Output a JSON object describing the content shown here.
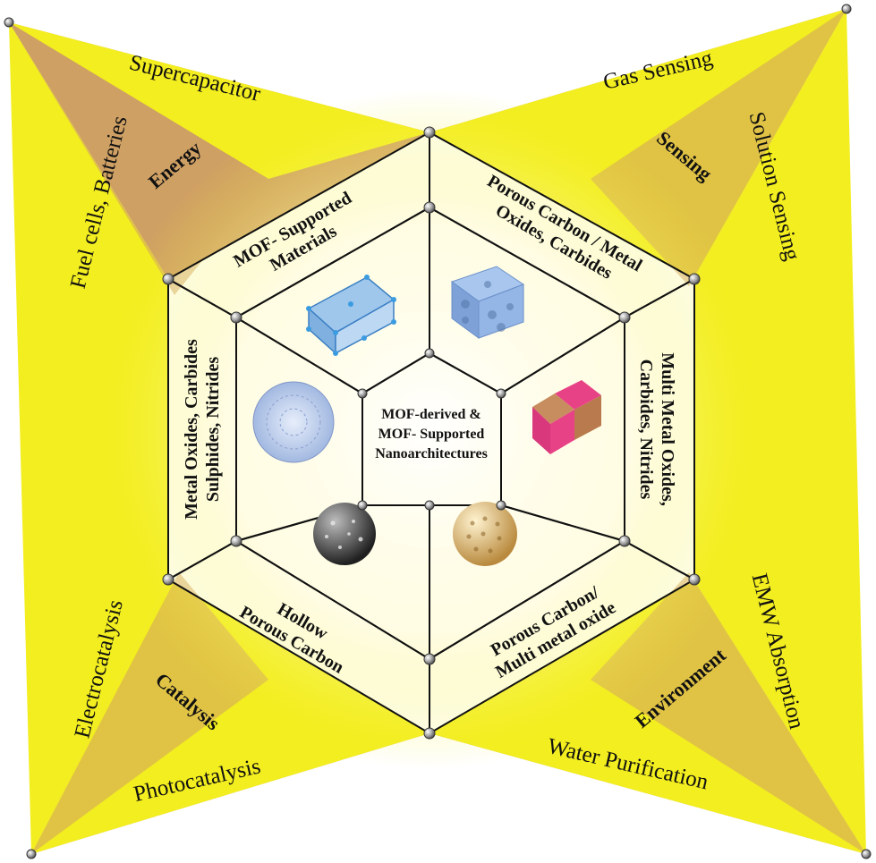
{
  "center": {
    "line1": "MOF-derived &",
    "line2": "MOF- Supported",
    "line3": "Nanoarchitectures"
  },
  "segments": {
    "top_left": {
      "line1": "MOF- Supported",
      "line2": "Materials"
    },
    "top_right": {
      "line1": "Porous Carbon / Metal",
      "line2": "Oxides, Carbides"
    },
    "right": {
      "line1": "Multi Metal Oxides,",
      "line2": "Carbides, Nitrides"
    },
    "bottom_right": {
      "line1": "Porous Carbon/",
      "line2": "Multi metal oxide"
    },
    "bottom_left": {
      "line1": "Hollow",
      "line2": "Porous Carbon"
    },
    "left": {
      "line1": "Metal Oxides, Carbides",
      "line2": "Sulphides, Nitrides"
    }
  },
  "categories": {
    "energy": "Energy",
    "sensing": "Sensing",
    "catalysis": "Catalysis",
    "environment": "Environment"
  },
  "applications": {
    "supercapacitor": "Supercapacitor",
    "fuel_cells": "Fuel cells, Batteries",
    "gas_sensing": "Gas Sensing",
    "solution_sensing": "Solution Sensing",
    "electrocatalysis": "Electrocatalysis",
    "photocatalysis": "Photocatalysis",
    "water_purification": "Water Purification",
    "emw_absorption": "EMW Absorption"
  },
  "colors": {
    "star_yellow": "#f3ee1f",
    "star_tan": "#cfa064",
    "outer_top_left": "#f7f59a",
    "outer_top_right": "#eb9fd0",
    "outer_right": "#8fb8df",
    "outer_bottom_right": "#f5a14f",
    "outer_bottom_left": "#e64545",
    "outer_left": "#4bb03a"
  }
}
